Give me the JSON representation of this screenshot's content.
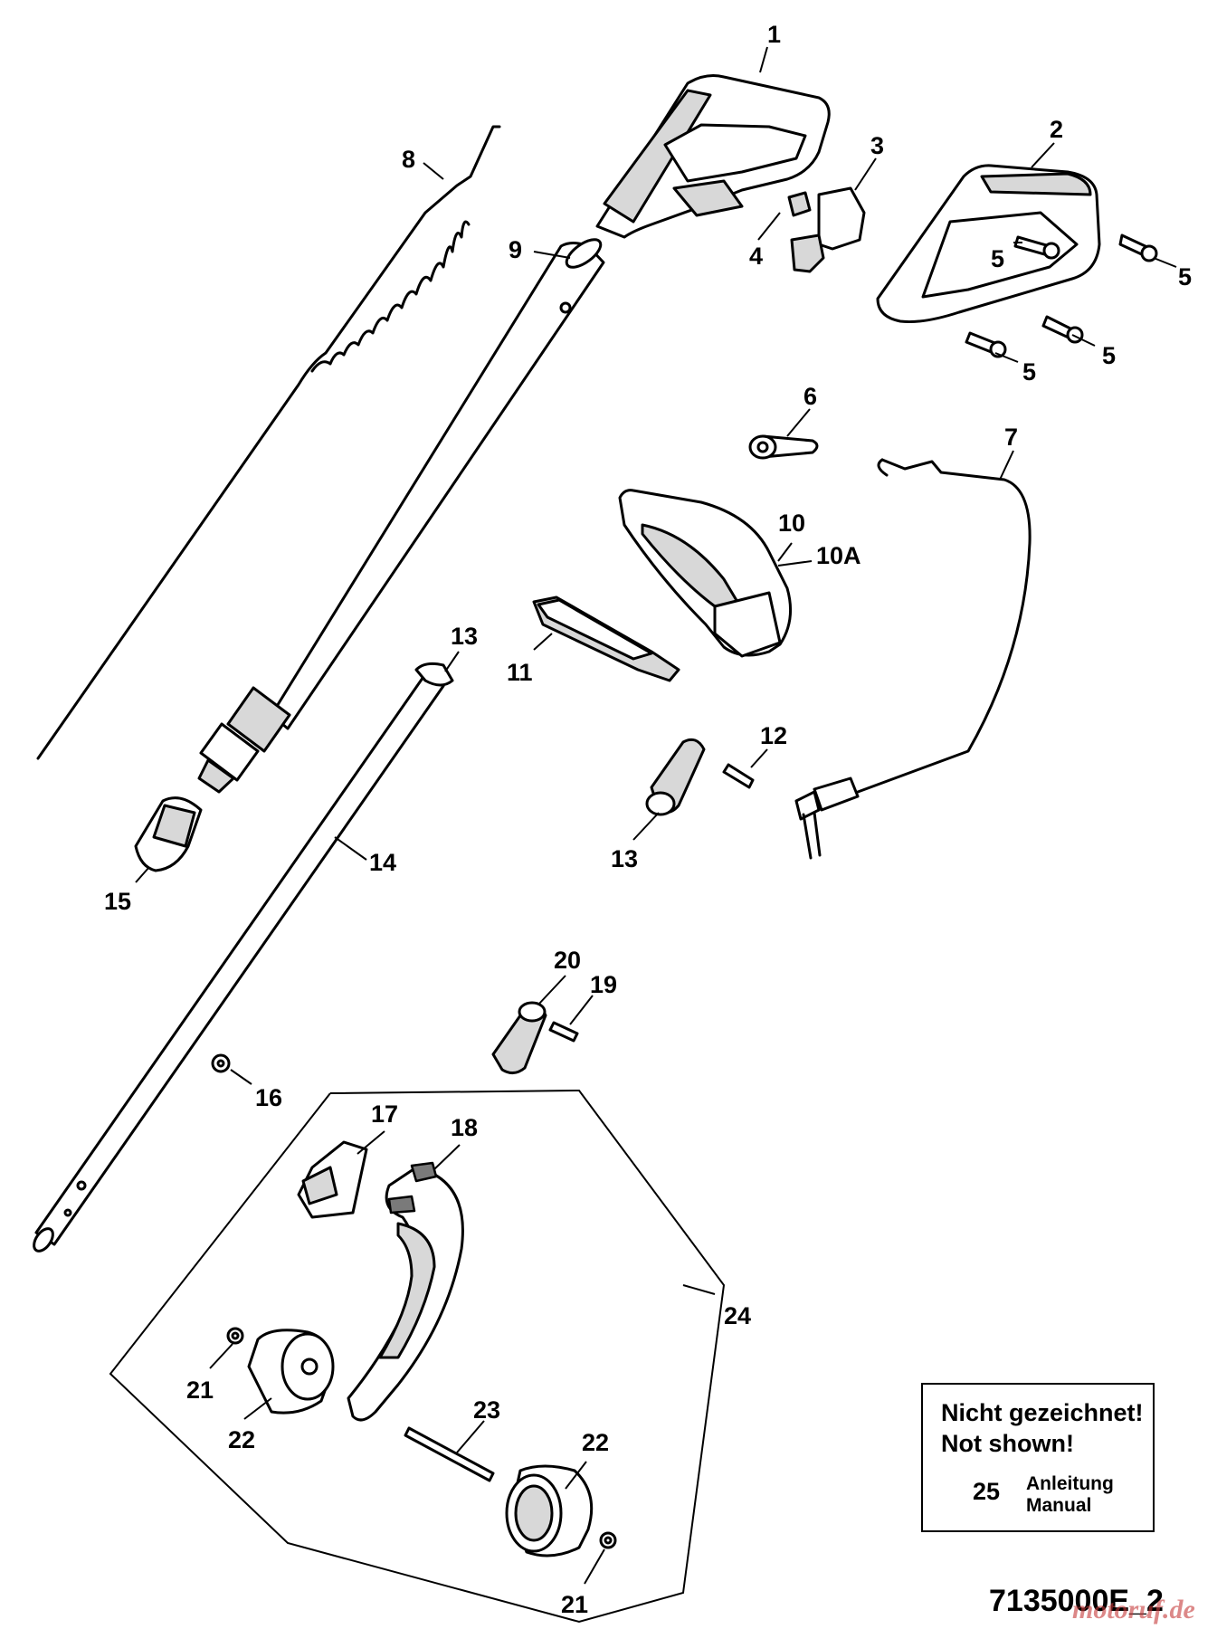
{
  "callouts": [
    {
      "id": "c1",
      "label": "1"
    },
    {
      "id": "c2",
      "label": "2"
    },
    {
      "id": "c3",
      "label": "3"
    },
    {
      "id": "c4",
      "label": "4"
    },
    {
      "id": "c5a",
      "label": "5"
    },
    {
      "id": "c5b",
      "label": "5"
    },
    {
      "id": "c5c",
      "label": "5"
    },
    {
      "id": "c5d",
      "label": "5"
    },
    {
      "id": "c6",
      "label": "6"
    },
    {
      "id": "c7",
      "label": "7"
    },
    {
      "id": "c8",
      "label": "8"
    },
    {
      "id": "c9",
      "label": "9"
    },
    {
      "id": "c10",
      "label": "10"
    },
    {
      "id": "c10a",
      "label": "10A"
    },
    {
      "id": "c11",
      "label": "11"
    },
    {
      "id": "c12",
      "label": "12"
    },
    {
      "id": "c13a",
      "label": "13"
    },
    {
      "id": "c13b",
      "label": "13"
    },
    {
      "id": "c14",
      "label": "14"
    },
    {
      "id": "c15",
      "label": "15"
    },
    {
      "id": "c16",
      "label": "16"
    },
    {
      "id": "c17",
      "label": "17"
    },
    {
      "id": "c18",
      "label": "18"
    },
    {
      "id": "c19",
      "label": "19"
    },
    {
      "id": "c20",
      "label": "20"
    },
    {
      "id": "c21a",
      "label": "21"
    },
    {
      "id": "c21b",
      "label": "21"
    },
    {
      "id": "c22a",
      "label": "22"
    },
    {
      "id": "c22b",
      "label": "22"
    },
    {
      "id": "c23",
      "label": "23"
    },
    {
      "id": "c24",
      "label": "24"
    }
  ],
  "note": {
    "line1": "Nicht gezeichnet!",
    "line2": "Not shown!",
    "item_number": "25",
    "item_de": "Anleitung",
    "item_en": "Manual"
  },
  "drawing_code": "7135000E_2",
  "watermark": "motoruf.de"
}
